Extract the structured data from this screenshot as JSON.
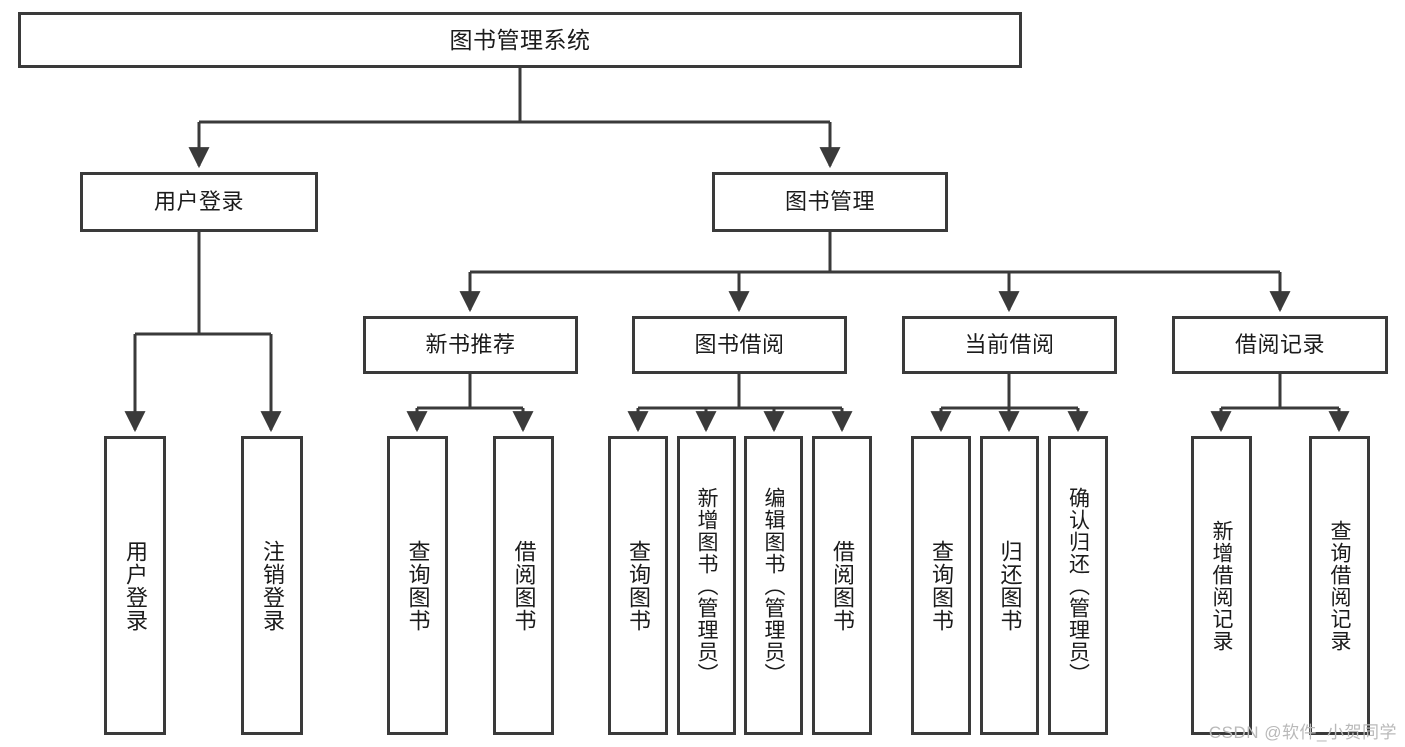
{
  "diagram": {
    "title": "图书管理系统",
    "type": "tree",
    "watermark": "CSDN @软件_小贺同学",
    "colors": {
      "border": "#3a3a3a",
      "background": "#ffffff",
      "text": "#1b1b1b",
      "edge": "#3a3a3a",
      "watermark": "#b9b9b9"
    },
    "nodes": {
      "root": {
        "label": "图书管理系统"
      },
      "level1": [
        {
          "id": "user-login",
          "label": "用户登录"
        },
        {
          "id": "book-manage",
          "label": "图书管理"
        }
      ],
      "level2": [
        {
          "id": "new-book-recommend",
          "label": "新书推荐"
        },
        {
          "id": "book-borrow",
          "label": "图书借阅"
        },
        {
          "id": "current-borrow",
          "label": "当前借阅"
        },
        {
          "id": "borrow-record",
          "label": "借阅记录"
        }
      ],
      "leaves": {
        "user-login": [
          {
            "id": "leaf-user-login",
            "label": "用户登录"
          },
          {
            "id": "leaf-logout-login",
            "label": "注销登录"
          }
        ],
        "new-book-recommend": [
          {
            "id": "leaf-query-book-1",
            "label": "查询图书"
          },
          {
            "id": "leaf-borrow-book-1",
            "label": "借阅图书"
          }
        ],
        "book-borrow": [
          {
            "id": "leaf-query-book-2",
            "label": "查询图书"
          },
          {
            "id": "leaf-add-book",
            "label": "新增图书（管理员）"
          },
          {
            "id": "leaf-edit-book",
            "label": "编辑图书（管理员）"
          },
          {
            "id": "leaf-borrow-book-2",
            "label": "借阅图书"
          }
        ],
        "current-borrow": [
          {
            "id": "leaf-query-book-3",
            "label": "查询图书"
          },
          {
            "id": "leaf-return-book",
            "label": "归还图书"
          },
          {
            "id": "leaf-confirm-return",
            "label": "确认归还（管理员）"
          }
        ],
        "borrow-record": [
          {
            "id": "leaf-add-record",
            "label": "新增借阅记录"
          },
          {
            "id": "leaf-query-record",
            "label": "查询借阅记录"
          }
        ]
      }
    }
  }
}
